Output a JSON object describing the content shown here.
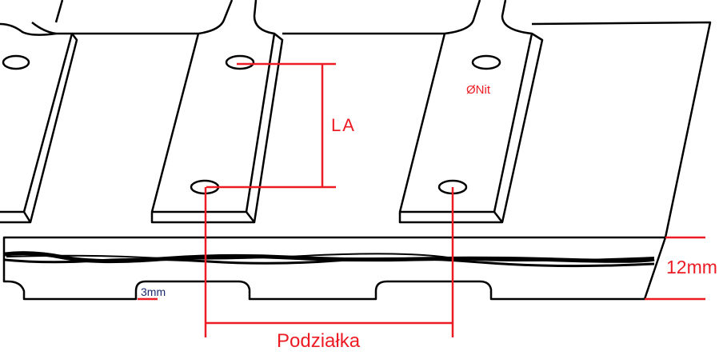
{
  "labels": {
    "hole_spacing": "LA",
    "rivet_diameter": "ØNit",
    "belt_thickness": "12mm",
    "notch_depth": "3mm",
    "pitch": "Podziałka"
  },
  "colors": {
    "outline": "#000000",
    "dimension": "#ed1c24",
    "note": "#1a2a6c"
  }
}
